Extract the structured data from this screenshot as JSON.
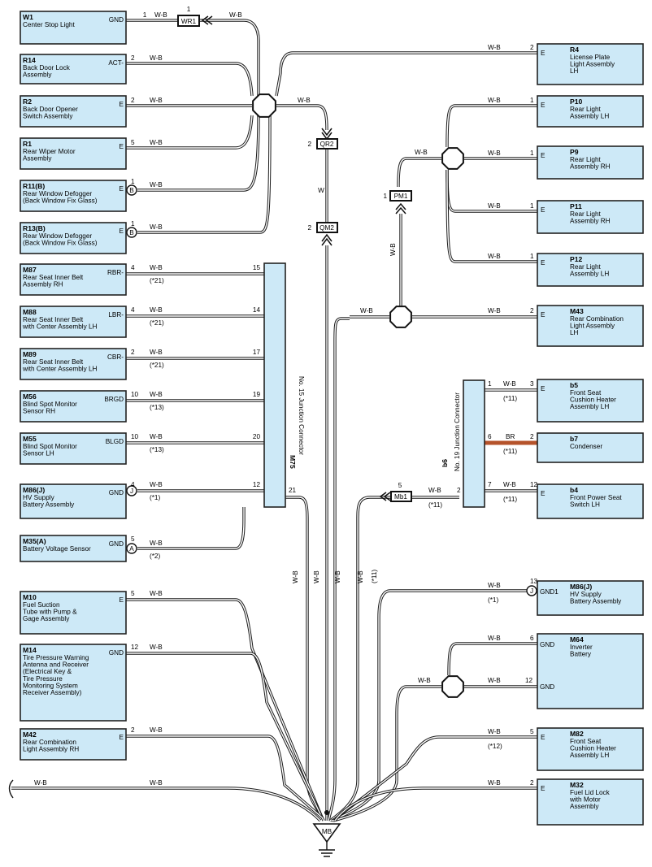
{
  "wire_color": "W-B",
  "brown_wire_color": "BR",
  "colors": {
    "box_fill": "#cde9f7",
    "wire": "#1a1a1a",
    "brown": "#b5532b"
  },
  "components_left": [
    {
      "code": "W1",
      "desc": [
        "Center Stop Light"
      ],
      "pin_label": "GND",
      "pin": "1"
    },
    {
      "code": "R14",
      "desc": [
        "Back Door Lock",
        "Assembly"
      ],
      "pin_label": "ACT-",
      "pin": "2"
    },
    {
      "code": "R2",
      "desc": [
        "Back Door Opener",
        "Switch Assembly"
      ],
      "pin_label": "E",
      "pin": "2"
    },
    {
      "code": "R1",
      "desc": [
        "Rear Wiper Motor",
        "Assembly"
      ],
      "pin_label": "E",
      "pin": "5"
    },
    {
      "code": "R11(B)",
      "desc": [
        "Rear Window Defogger",
        "(Back Window Fix Glass)"
      ],
      "pin_label": "E",
      "pin": "1",
      "connector": "B"
    },
    {
      "code": "R13(B)",
      "desc": [
        "Rear Window Defogger",
        "(Back Window Fix Glass)"
      ],
      "pin_label": "E",
      "pin": "1",
      "connector": "B"
    },
    {
      "code": "M87",
      "desc": [
        "Rear Seat Inner Belt",
        "Assembly RH"
      ],
      "pin_label": "RBR-",
      "pin": "4",
      "note": "(*21)",
      "jpin": "15"
    },
    {
      "code": "M88",
      "desc": [
        "Rear Seat Inner Belt",
        "with Center Assembly LH"
      ],
      "pin_label": "LBR-",
      "pin": "4",
      "note": "(*21)",
      "jpin": "14"
    },
    {
      "code": "M89",
      "desc": [
        "Rear Seat Inner Belt",
        "with Center Assembly LH"
      ],
      "pin_label": "CBR-",
      "pin": "2",
      "note": "(*21)",
      "jpin": "17"
    },
    {
      "code": "M56",
      "desc": [
        "Blind Spot Monitor",
        "Sensor RH"
      ],
      "pin_label": "BRGD",
      "pin": "10",
      "note": "(*13)",
      "jpin": "19"
    },
    {
      "code": "M55",
      "desc": [
        "Blind Spot Monitor",
        "Sensor LH"
      ],
      "pin_label": "BLGD",
      "pin": "10",
      "note": "(*13)",
      "jpin": "20"
    },
    {
      "code": "M86(J)",
      "desc": [
        "HV Supply",
        "Battery Assembly"
      ],
      "pin_label": "GND",
      "pin": "4",
      "note": "(*1)",
      "jpin": "12",
      "connector": "J"
    },
    {
      "code": "M35(A)",
      "desc": [
        "Battery Voltage Sensor"
      ],
      "pin_label": "GND",
      "pin": "5",
      "note": "(*2)",
      "connector": "A"
    },
    {
      "code": "M10",
      "desc": [
        "Fuel Suction",
        "Tube with Pump &",
        "Gage Assembly"
      ],
      "pin_label": "E",
      "pin": "5"
    },
    {
      "code": "M14",
      "desc": [
        "Tire Pressure Warning",
        "Antenna and Receiver",
        "(Electrical Key &",
        " Tire Pressure",
        "Monitoring System",
        "Receiver Assembly)"
      ],
      "pin_label": "GND",
      "pin": "12"
    },
    {
      "code": "M42",
      "desc": [
        "Rear Combination",
        "Light Assembly RH"
      ],
      "pin_label": "E",
      "pin": "2"
    }
  ],
  "components_right": [
    {
      "code": "R4",
      "desc": [
        "License Plate",
        "Light Assembly",
        "LH"
      ],
      "pin_label": "E",
      "pin": "2"
    },
    {
      "code": "P10",
      "desc": [
        "Rear Light",
        "Assembly LH"
      ],
      "pin_label": "E",
      "pin": "1"
    },
    {
      "code": "P9",
      "desc": [
        "Rear Light",
        "Assembly RH"
      ],
      "pin_label": "E",
      "pin": "1"
    },
    {
      "code": "P11",
      "desc": [
        "Rear Light",
        "Assembly RH"
      ],
      "pin_label": "E",
      "pin": "1"
    },
    {
      "code": "P12",
      "desc": [
        "Rear Light",
        "Assembly LH"
      ],
      "pin_label": "E",
      "pin": "1"
    },
    {
      "code": "M43",
      "desc": [
        "Rear Combination",
        "Light Assembly",
        "LH"
      ],
      "pin_label": "E",
      "pin": "2"
    },
    {
      "code": "b5",
      "desc": [
        "Front Seat",
        "Cushion Heater",
        "Assembly LH"
      ],
      "pin_label": "E",
      "pin": "3",
      "note": "(*11)",
      "jpin": "1"
    },
    {
      "code": "b7",
      "desc": [
        "Condenser"
      ],
      "pin_label": "",
      "pin": "2",
      "note": "(*11)",
      "jpin": "6"
    },
    {
      "code": "b4",
      "desc": [
        "Front Power Seat",
        "Switch LH"
      ],
      "pin_label": "E",
      "pin": "12",
      "note": "(*11)",
      "jpin": "7"
    },
    {
      "code": "M86(J)",
      "desc": [
        "HV Supply",
        "Battery Assembly"
      ],
      "pin_label": "GND1",
      "pin": "13",
      "note": "(*1)",
      "connector": "J"
    },
    {
      "code": "M64",
      "desc": [
        "Inverter",
        "Battery"
      ],
      "pin_label": "GND",
      "pin": "6",
      "pin_label2": "GND",
      "pin2": "12"
    },
    {
      "code": "M82",
      "desc": [
        "Front Seat",
        "Cushion Heater",
        "Assembly LH"
      ],
      "pin_label": "E",
      "pin": "5",
      "note": "(*12)"
    },
    {
      "code": "M32",
      "desc": [
        "Fuel Lid Lock",
        "with Motor",
        "Assembly"
      ],
      "pin_label": "E",
      "pin": "2"
    }
  ],
  "inline_connectors": {
    "wr1": {
      "code": "WR1",
      "pin": "1"
    },
    "qr2": {
      "code": "QR2",
      "pin": "2"
    },
    "qm2": {
      "code": "QM2",
      "pin": "2"
    },
    "pm1": {
      "code": "PM1",
      "pin": "1"
    },
    "mb1": {
      "code": "Mb1",
      "pin": "5"
    }
  },
  "junction_m75": {
    "code": "M75",
    "name": "No. 15 Junction Connector",
    "out_pin": "21"
  },
  "junction_b6": {
    "code": "b6",
    "name": "No. 19 Junction Connector",
    "in_pin": "2"
  },
  "vertical_labels": {
    "qr_qm": "W",
    "pm1_up": "W-B",
    "v1": "W-B",
    "v2": "W-B",
    "v3": "W-B",
    "v4": "W-B",
    "v5": "(*11)"
  },
  "ground": {
    "code": "MB"
  }
}
